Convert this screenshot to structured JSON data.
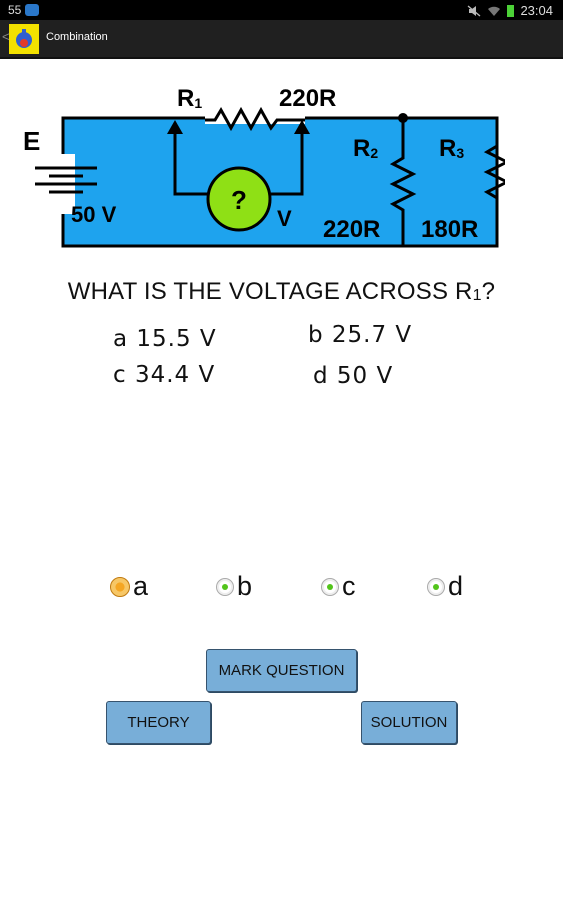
{
  "status_bar": {
    "left_text": "55",
    "time": "23:04"
  },
  "action_bar": {
    "title": "Combination",
    "back": "<"
  },
  "circuit": {
    "source_label": "E",
    "source_voltage": "50 V",
    "r1_label": "R",
    "r1_sub": "1",
    "r1_value": "220R",
    "r2_label": "R",
    "r2_sub": "2",
    "r2_value": "220R",
    "r3_label": "R",
    "r3_sub": "3",
    "r3_value": "180R",
    "meter_symbol": "?",
    "meter_unit": "V",
    "colors": {
      "board": "#1ea3ee",
      "meter": "#8fe015"
    }
  },
  "question": {
    "text": "WHAT IS THE VOLTAGE ACROSS R",
    "sub": "1",
    "suffix": "?"
  },
  "options": [
    {
      "label": "a 15.5 V"
    },
    {
      "label": "b 25.7 V"
    },
    {
      "label": "c 34.4 V"
    },
    {
      "label": "d 50 V"
    }
  ],
  "answers": [
    {
      "label": "a",
      "selected": true
    },
    {
      "label": "b",
      "selected": false
    },
    {
      "label": "c",
      "selected": false
    },
    {
      "label": "d",
      "selected": false
    }
  ],
  "buttons": {
    "mark": "MARK QUESTION",
    "theory": "THEORY",
    "solution": "SOLUTION"
  }
}
